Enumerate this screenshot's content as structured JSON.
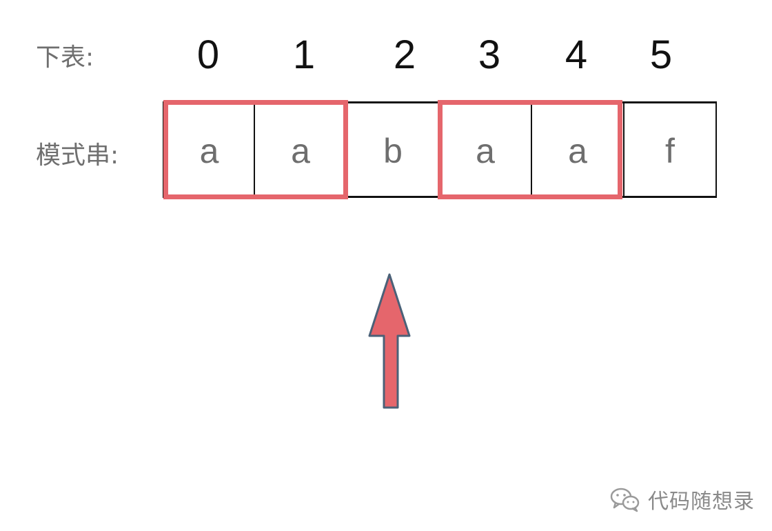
{
  "labels": {
    "index_row": "下表:",
    "pattern_row": "模式串:"
  },
  "indices": [
    "0",
    "1",
    "2",
    "3",
    "4",
    "5"
  ],
  "pattern": [
    "a",
    "a",
    "b",
    "a",
    "a",
    "f"
  ],
  "highlights": [
    {
      "from": 0,
      "to": 1
    },
    {
      "from": 3,
      "to": 4
    }
  ],
  "arrow_target_index": 2,
  "colors": {
    "highlight": "#e5666c",
    "arrow_fill": "#e5666c",
    "arrow_stroke": "#4b6178"
  },
  "watermark": {
    "icon": "wechat-icon",
    "text": "代码随想录"
  }
}
